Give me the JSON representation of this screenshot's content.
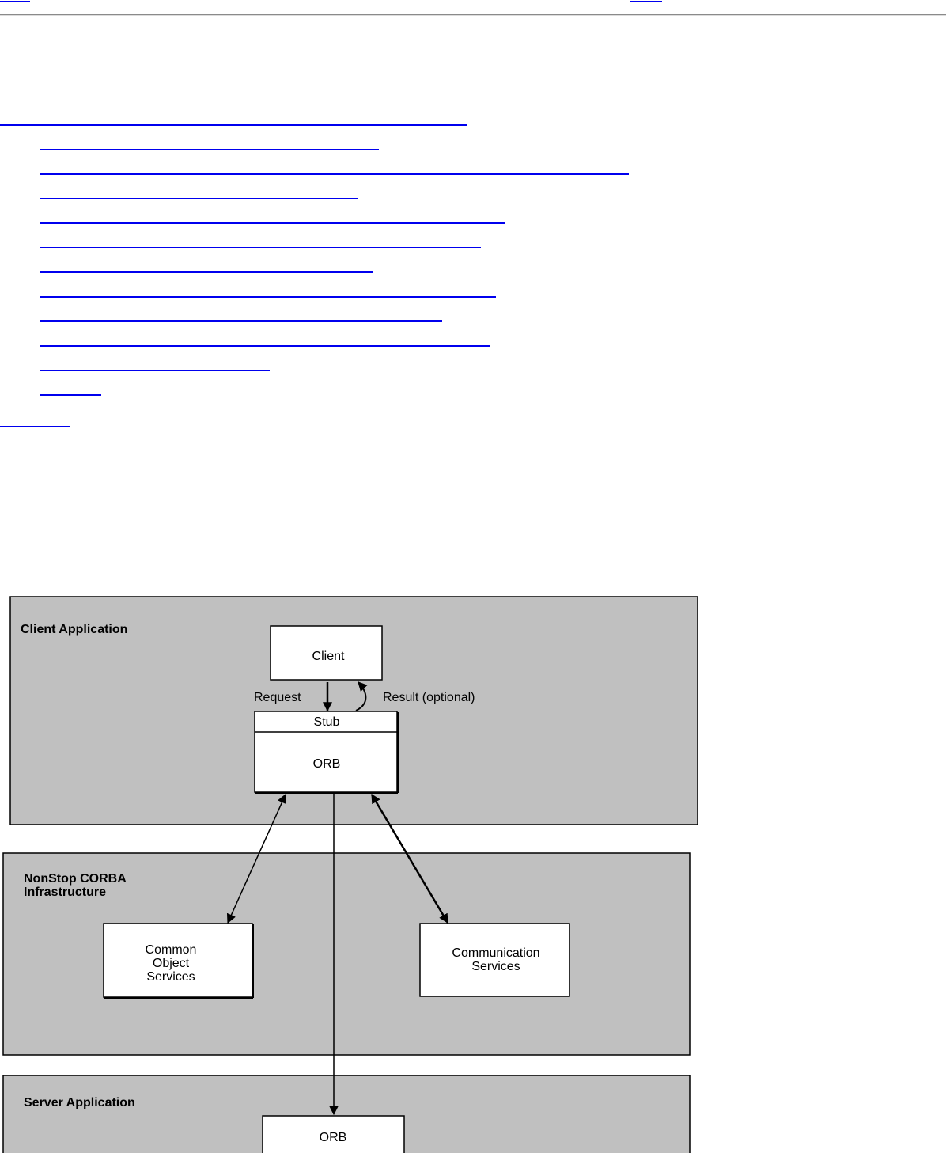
{
  "diagram": {
    "client_app_label": "Client Application",
    "client_box": "Client",
    "request_label": "Request",
    "result_label": "Result (optional)",
    "stub_label": "Stub",
    "client_orb": "ORB",
    "infra_label_line1": "NonStop CORBA",
    "infra_label_line2": "Infrastructure",
    "cos_line1": "Common",
    "cos_line2": "Object",
    "cos_line3": "Services",
    "comm_line1": "Communication",
    "comm_line2": "Services",
    "server_app_label": "Server Application",
    "server_orb": "ORB"
  },
  "colors": {
    "link": "#0000ee",
    "panel": "#c0c0c0",
    "box": "#ffffff"
  }
}
